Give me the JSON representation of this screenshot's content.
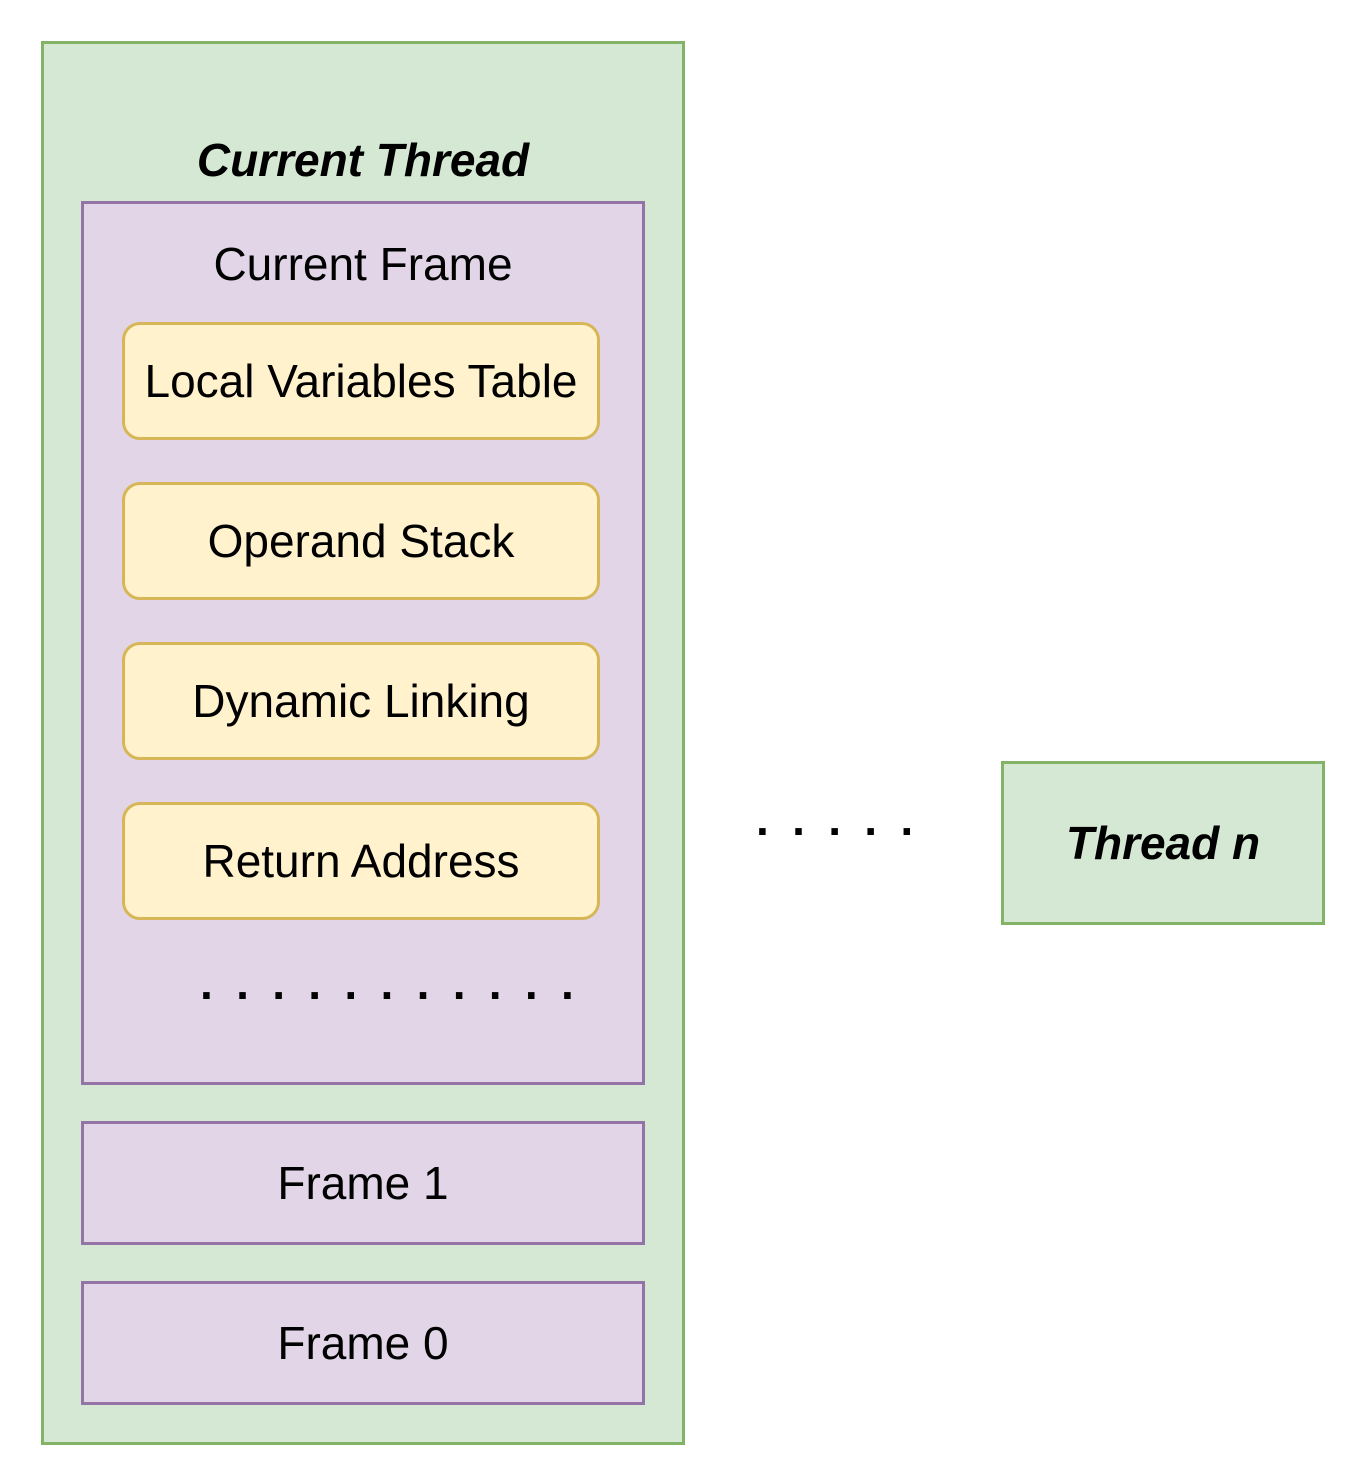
{
  "current_thread": {
    "title": "Current Thread",
    "current_frame": {
      "title": "Current Frame",
      "slots": [
        "Local Variables Table",
        "Operand Stack",
        "Dynamic Linking",
        "Return Address"
      ],
      "ellipsis": "· · · · · · · · · · ·"
    },
    "frames": [
      "Frame 1",
      "Frame 0"
    ]
  },
  "between_ellipsis": "· · · · ·",
  "thread_n": {
    "title": "Thread n"
  },
  "colors": {
    "thread_fill": "#d5e8d4",
    "thread_border": "#82b366",
    "frame_fill": "#e1d5e7",
    "frame_border": "#9673a6",
    "slot_fill": "#fff2cc",
    "slot_border": "#d6b656"
  }
}
